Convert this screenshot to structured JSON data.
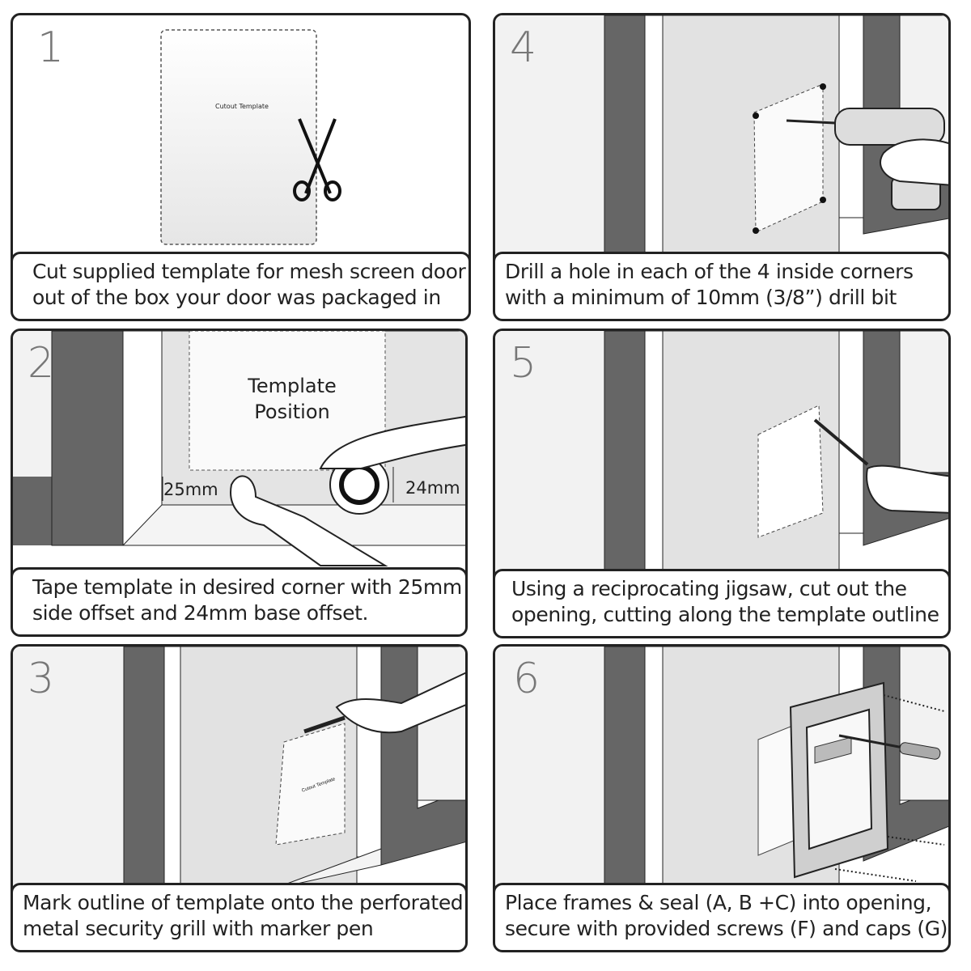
{
  "steps": [
    {
      "number": "1",
      "caption": [
        "Cut supplied template for mesh screen door",
        "out of the box your door was packaged in"
      ],
      "template_label": "Cutout Template"
    },
    {
      "number": "2",
      "caption": [
        "Tape template in desired corner with 25mm",
        "side offset and 24mm base offset."
      ],
      "template_label": [
        "Template",
        "Position"
      ],
      "side_offset": "25mm",
      "base_offset": "24mm"
    },
    {
      "number": "3",
      "caption": [
        "Mark outline of template onto the perforated",
        "metal security grill with marker pen"
      ],
      "template_label": "Cutout Template"
    },
    {
      "number": "4",
      "caption": [
        "Drill a hole in each of the 4 inside corners",
        "with a minimum of 10mm (3/8”) drill bit"
      ]
    },
    {
      "number": "5",
      "caption": [
        "Using a reciprocating jigsaw, cut out the",
        "opening, cutting along the template outline"
      ]
    },
    {
      "number": "6",
      "caption": [
        "Place frames & seal (A, B +C) into opening,",
        "secure with provided screws (F) and caps (G)"
      ]
    }
  ]
}
